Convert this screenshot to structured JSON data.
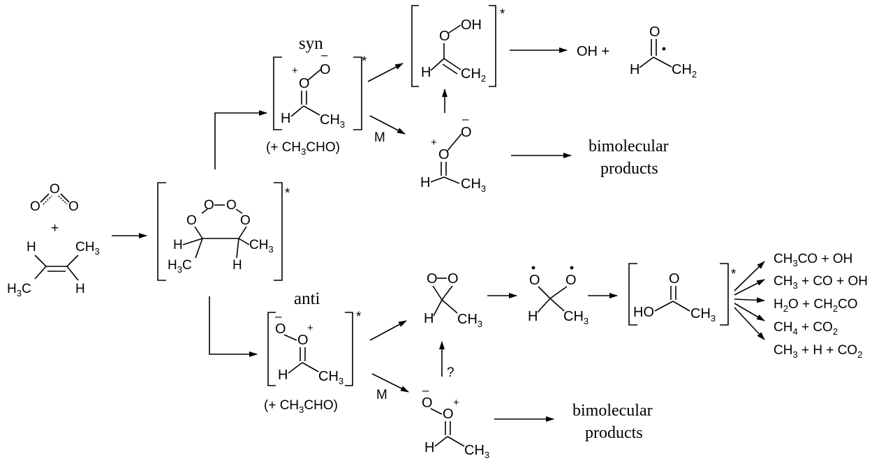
{
  "diagram": {
    "labels": {
      "syn": "syn",
      "anti": "anti",
      "star": "*",
      "third_body": "M",
      "question": "?",
      "plus": "+"
    },
    "reactants": {
      "ozone": {
        "o1": "O",
        "o2": "O",
        "o3": "O"
      },
      "butene": {
        "h1": "H",
        "h2": "H",
        "ch3_a": "CH",
        "ch3_b": "CH",
        "sub3": "3"
      }
    },
    "primary_ozonide": {
      "o": "O",
      "h1": "H",
      "h2": "H",
      "ch3": "CH",
      "sub3": "3",
      "h3c": "H",
      "h3c_c": "C"
    },
    "criegee": {
      "o": "O",
      "h": "H",
      "ch3": "CH",
      "sub3": "3",
      "plus_sign": "+",
      "minus_sign": "–",
      "coproduct": {
        "pre": "(+ CH",
        "sub": "3",
        "post": "CHO)"
      }
    },
    "vhp": {
      "oh": "OH",
      "o": "O",
      "h": "H",
      "ch2": "CH",
      "sub2": "2"
    },
    "vinoxy_channel": {
      "oh_plus": "OH +",
      "o": "O",
      "h": "H",
      "ch2": "CH",
      "sub2": "2"
    },
    "bimolecular": {
      "line1": "bimolecular",
      "line2": "products"
    },
    "dioxirane": {
      "o": "O",
      "h": "H",
      "ch3": "CH",
      "sub3": "3"
    },
    "bis_oxy": {
      "o": "O",
      "h": "H",
      "ch3": "CH",
      "sub3": "3"
    },
    "acetic_acid": {
      "o": "O",
      "ho": "HO",
      "ch3": "CH",
      "sub3": "3"
    },
    "products": [
      {
        "parts": [
          {
            "t": "CH"
          },
          {
            "t": "3",
            "sub": true
          },
          {
            "t": "CO + OH"
          }
        ]
      },
      {
        "parts": [
          {
            "t": "CH"
          },
          {
            "t": "3",
            "sub": true
          },
          {
            "t": " + CO + OH"
          }
        ]
      },
      {
        "parts": [
          {
            "t": "H"
          },
          {
            "t": "2",
            "sub": true
          },
          {
            "t": "O + CH"
          },
          {
            "t": "2",
            "sub": true
          },
          {
            "t": "CO"
          }
        ]
      },
      {
        "parts": [
          {
            "t": "CH"
          },
          {
            "t": "4",
            "sub": true
          },
          {
            "t": " + CO"
          },
          {
            "t": "2",
            "sub": true
          }
        ]
      },
      {
        "parts": [
          {
            "t": "CH"
          },
          {
            "t": "3",
            "sub": true
          },
          {
            "t": " + H + CO"
          },
          {
            "t": "2",
            "sub": true
          }
        ]
      }
    ]
  }
}
